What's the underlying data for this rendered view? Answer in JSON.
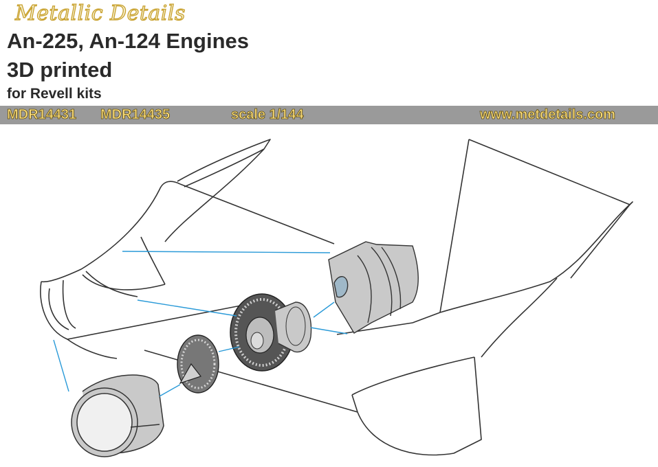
{
  "brand": "Metallic Details",
  "title_line1": "An-225, An-124 Engines",
  "title_line2": "3D printed",
  "subtitle": "for Revell kits",
  "info_bar": {
    "code1": "MDR14431",
    "code2": "MDR14435",
    "scale": "scale 1/144",
    "website": "www.metdetails.com"
  },
  "colors": {
    "brand_gold": "#c8a02c",
    "bar_gray": "#9a9a9a",
    "bar_text": "#ffe07a",
    "guide_line_blue": "#2a9ad8",
    "part_gray": "#c9c9c9"
  }
}
